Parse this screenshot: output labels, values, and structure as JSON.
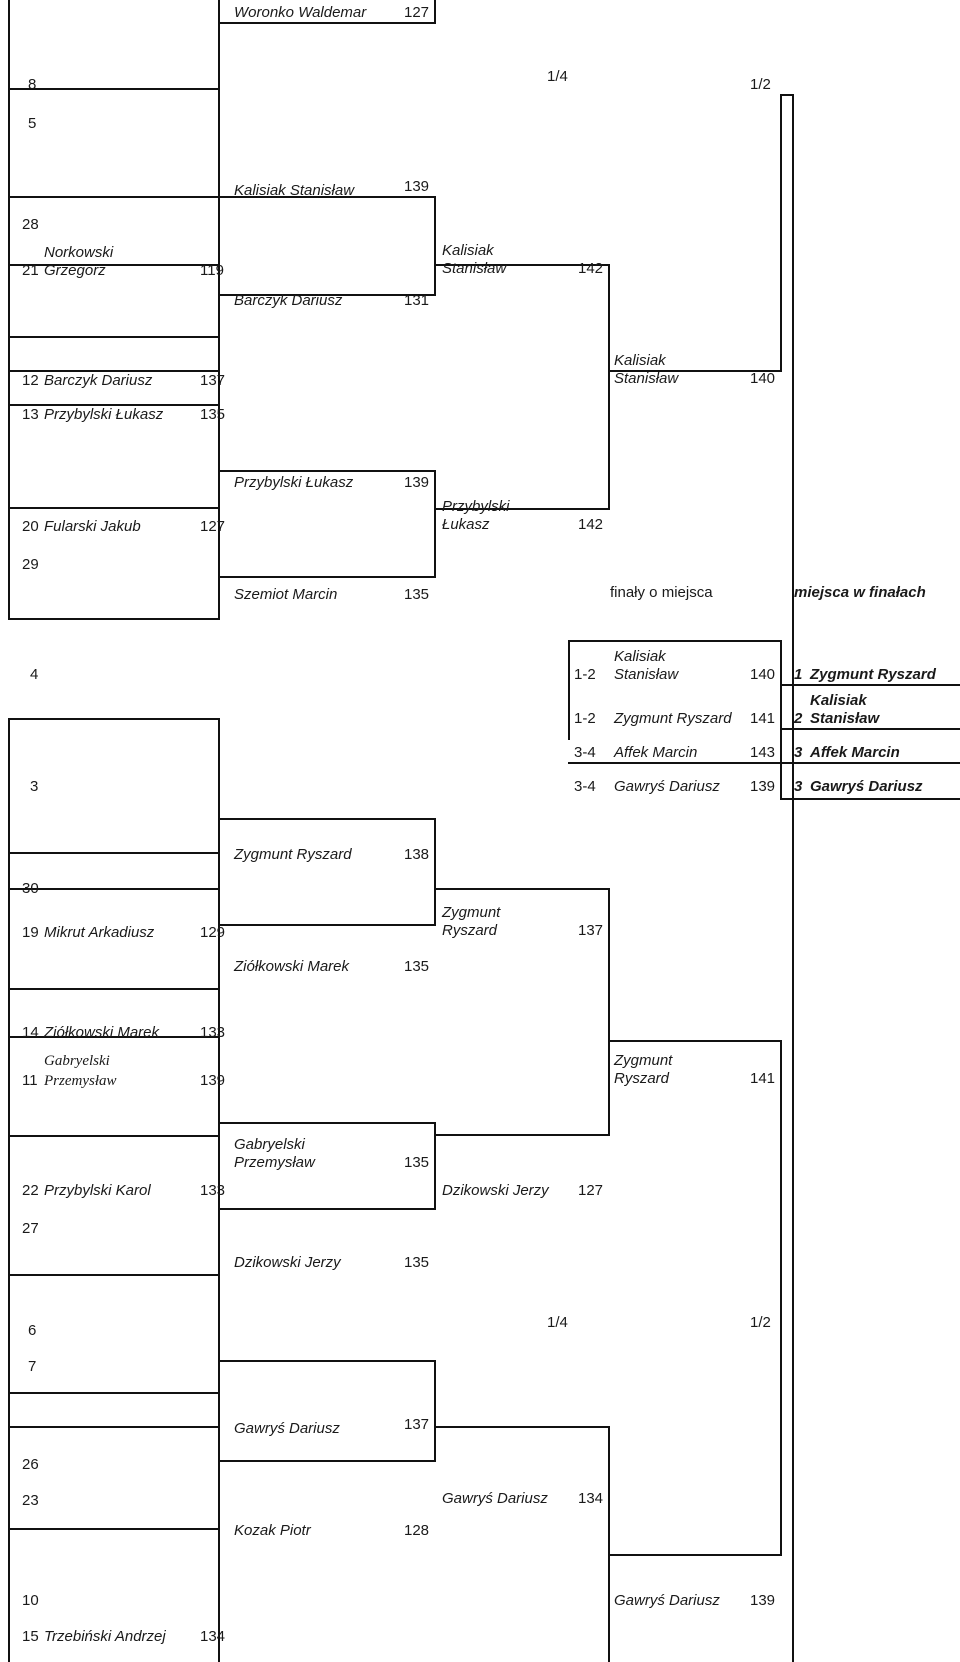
{
  "headers": {
    "top_quarter": "1/4",
    "top_half": "1/2",
    "finals_title": "finały o miejsca",
    "places_title": "miejsca w finałach",
    "bottom_quarter": "1/4",
    "bottom_half": "1/2"
  },
  "seeds": {
    "s8": "8",
    "s5": "5",
    "s28": "28",
    "s29": "29",
    "s4": "4",
    "s3": "3",
    "s30": "30",
    "s27": "27",
    "s6": "6",
    "s7": "7",
    "s26": "26",
    "s10": "10"
  },
  "round1": [
    {
      "seed": "21",
      "name_l1": "Norkowski",
      "name_l2": "Grzegorz",
      "score": "119"
    },
    {
      "seed": "12",
      "name": "Barczyk Dariusz",
      "score": "137"
    },
    {
      "seed": "13",
      "name": "Przybylski Łukasz",
      "score": "135"
    },
    {
      "seed": "20",
      "name": "Fularski Jakub",
      "score": "127"
    },
    {
      "seed": "19",
      "name": "Mikrut Arkadiusz",
      "score": "129"
    },
    {
      "seed": "14",
      "name": "Ziółkowski Marek",
      "score": "133"
    },
    {
      "seed": "11",
      "name_l1": "Gabryelski",
      "name_l2": "Przemysław",
      "score": "139"
    },
    {
      "seed": "22",
      "name": "Przybylski Karol",
      "score": "133"
    },
    {
      "seed": "23",
      "name": "",
      "score": ""
    },
    {
      "seed": "15",
      "name": "Trzebiński Andrzej",
      "score": "134"
    }
  ],
  "round2": [
    {
      "name": "Woronko Waldemar",
      "score": "127"
    },
    {
      "name": "Kalisiak Stanisław",
      "score": "139"
    },
    {
      "name": "Barczyk Dariusz",
      "score": "131"
    },
    {
      "name": "Przybylski Łukasz",
      "score": "139"
    },
    {
      "name": "Szemiot Marcin",
      "score": "135"
    },
    {
      "name": "Zygmunt Ryszard",
      "score": "138"
    },
    {
      "name": "Ziółkowski Marek",
      "score": "135"
    },
    {
      "name_l1": "Gabryelski",
      "name_l2": "Przemysław",
      "score": "135"
    },
    {
      "name": "Dzikowski Jerzy",
      "score": "135"
    },
    {
      "name": "Gawryś Dariusz",
      "score": "137"
    },
    {
      "name": "Kozak Piotr",
      "score": "128"
    }
  ],
  "quarter": [
    {
      "name_l1": "Kalisiak",
      "name_l2": "Stanisław",
      "score": "142"
    },
    {
      "name_l1": "Przybylski",
      "name_l2": "Łukasz",
      "score": "142"
    },
    {
      "name_l1": "Zygmunt",
      "name_l2": "Ryszard",
      "score": "137"
    },
    {
      "name": "Dzikowski Jerzy",
      "score": "127"
    },
    {
      "name": "Gawryś Dariusz",
      "score": "134"
    }
  ],
  "semi": [
    {
      "name_l1": "Kalisiak",
      "name_l2": "Stanisław",
      "score": "140"
    },
    {
      "name_l1": "Zygmunt",
      "name_l2": "Ryszard",
      "score": "141"
    },
    {
      "name": "Gawryś Dariusz",
      "score": "139"
    }
  ],
  "finals": [
    {
      "place": "1-2",
      "name_l1": "Kalisiak",
      "name_l2": "Stanisław",
      "score": "140"
    },
    {
      "place": "1-2",
      "name": "Zygmunt Ryszard",
      "score": "141"
    },
    {
      "place": "3-4",
      "name": "Affek Marcin",
      "score": "143"
    },
    {
      "place": "3-4",
      "name": "Gawryś Dariusz",
      "score": "139"
    }
  ],
  "standings": [
    {
      "place": "1",
      "name": "Zygmunt Ryszard"
    },
    {
      "place": "2",
      "name_l1": "Kalisiak",
      "name_l2": "Stanisław"
    },
    {
      "place": "3",
      "name": "Affek Marcin"
    },
    {
      "place": "3",
      "name": "Gawryś Dariusz"
    }
  ]
}
